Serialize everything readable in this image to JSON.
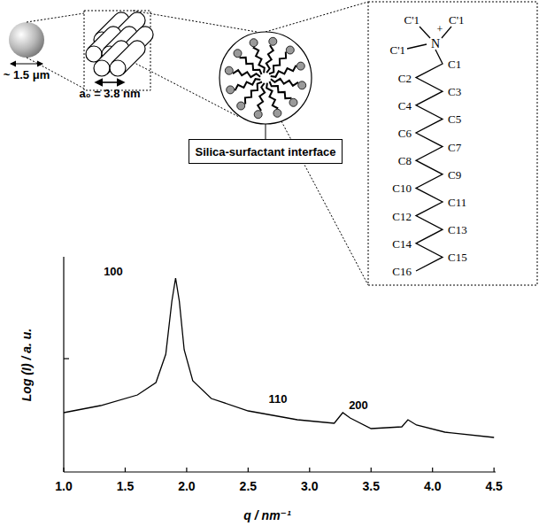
{
  "diagram": {
    "nodes": [
      {
        "text": [
          "Silica-surfactant interface"
        ]
      }
    ],
    "edges": [],
    "labels": [
      "~ 1.5 μm",
      "a₀ = 3.8 nm",
      "C'1",
      "C'1",
      "C'1",
      "N",
      "+",
      "C1",
      "C2",
      "C3",
      "C4",
      "C5",
      "C6",
      "C7",
      "C8",
      "C9",
      "C10",
      "C11",
      "C12",
      "C13",
      "C14",
      "C15",
      "C16",
      "100",
      "110",
      "200",
      "Log (I) / a. u.",
      "q / nm⁻¹",
      "1.0",
      "1.5",
      "2.0",
      "2.5",
      "3.0",
      "3.5",
      "4.0",
      "4.5"
    ]
  }
}
